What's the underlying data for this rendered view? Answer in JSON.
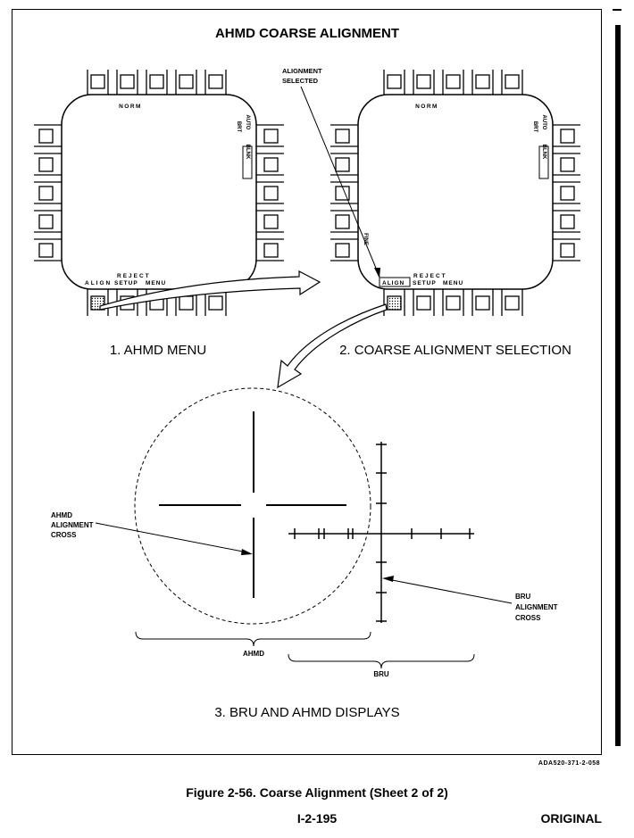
{
  "diagram_title": "AHMD COARSE ALIGNMENT",
  "panel1": {
    "caption": "1. AHMD MENU",
    "top_label": "NORM",
    "right_label_a": "BRT",
    "right_label_b": "AUTO",
    "right_label_c": "BLNK",
    "bottom_label_align": "ALIGN",
    "bottom_label_reject": "REJECT",
    "bottom_label_setup": "SETUP",
    "bottom_label_menu": "MENU"
  },
  "panel2": {
    "caption": "2. COARSE ALIGNMENT SELECTION",
    "top_label": "NORM",
    "right_label_a": "BRT",
    "right_label_b": "AUTO",
    "right_label_c": "BLNK",
    "left_label_fine": "FINE",
    "bottom_label_align": "ALIGN",
    "bottom_label_reject": "REJECT",
    "bottom_label_setup": "SETUP",
    "bottom_label_menu": "MENU",
    "callout_line1": "ALIGNMENT",
    "callout_line2": "SELECTED"
  },
  "panel3": {
    "caption": "3. BRU AND AHMD DISPLAYS",
    "ahmd_callout_line1": "AHMD",
    "ahmd_callout_line2": "ALIGNMENT",
    "ahmd_callout_line3": "CROSS",
    "bru_callout_line1": "BRU",
    "bru_callout_line2": "ALIGNMENT",
    "bru_callout_line3": "CROSS",
    "ahmd_brace_label": "AHMD",
    "bru_brace_label": "BRU"
  },
  "drawing_number": "ADA520-371-2-058",
  "figure_caption": "Figure 2-56. Coarse Alignment (Sheet 2 of 2)",
  "page_number": "I-2-195",
  "revision": "ORIGINAL"
}
